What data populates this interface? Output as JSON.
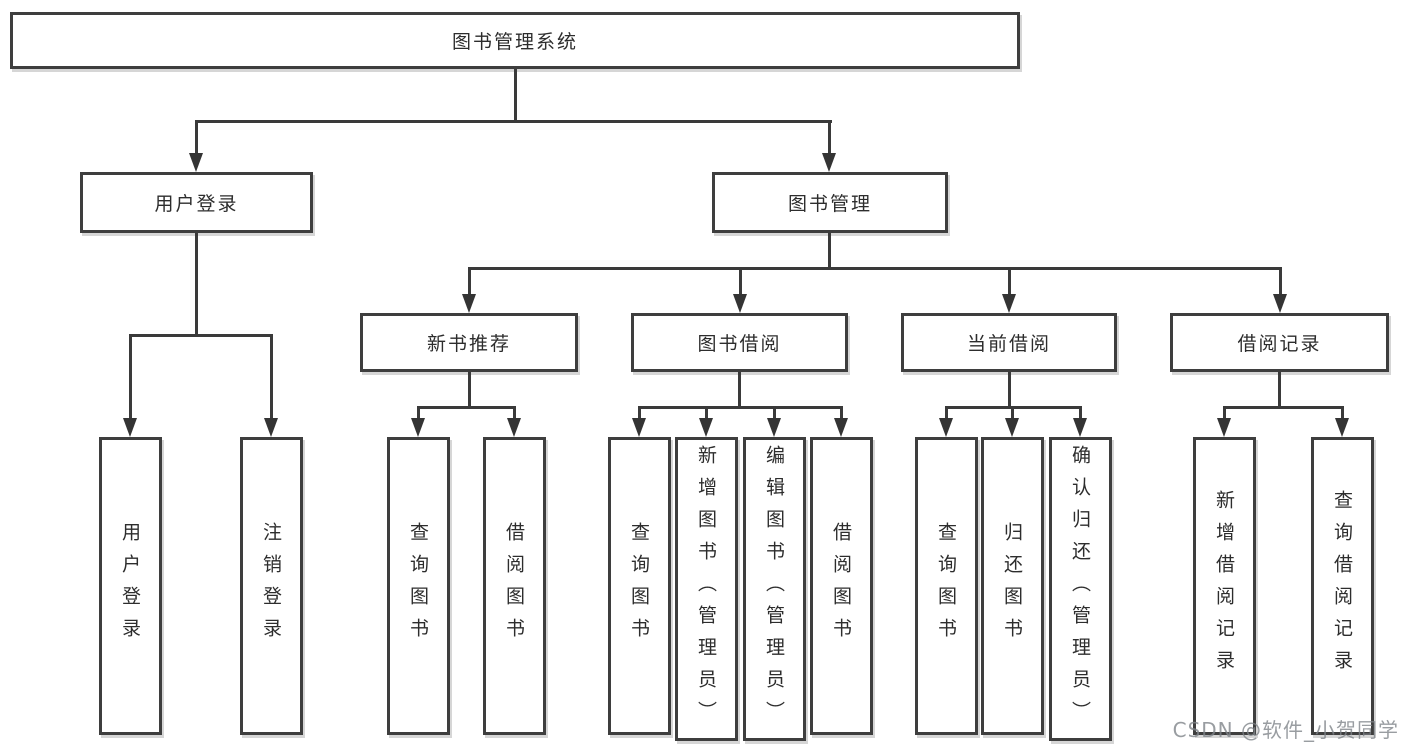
{
  "diagram": {
    "root_label": "图书管理系统",
    "branches": [
      {
        "label": "用户登录",
        "leaves": [
          "用户登录",
          "注销登录"
        ]
      },
      {
        "label": "图书管理",
        "groups": [
          {
            "label": "新书推荐",
            "leaves": [
              "查询图书",
              "借阅图书"
            ]
          },
          {
            "label": "图书借阅",
            "leaves": [
              "查询图书",
              "新增图书（管理员）",
              "编辑图书（管理员）",
              "借阅图书"
            ]
          },
          {
            "label": "当前借阅",
            "leaves": [
              "查询图书",
              "归还图书",
              "确认归还（管理员）"
            ]
          },
          {
            "label": "借阅记录",
            "leaves": [
              "新增借阅记录",
              "查询借阅记录"
            ]
          }
        ]
      }
    ],
    "colors": {
      "border": "#3e3e3e",
      "line": "#3a3a3a",
      "text": "#2d2d2d",
      "background": "#ffffff"
    }
  },
  "watermark": {
    "text": "CSDN @软件_小贺同学"
  }
}
